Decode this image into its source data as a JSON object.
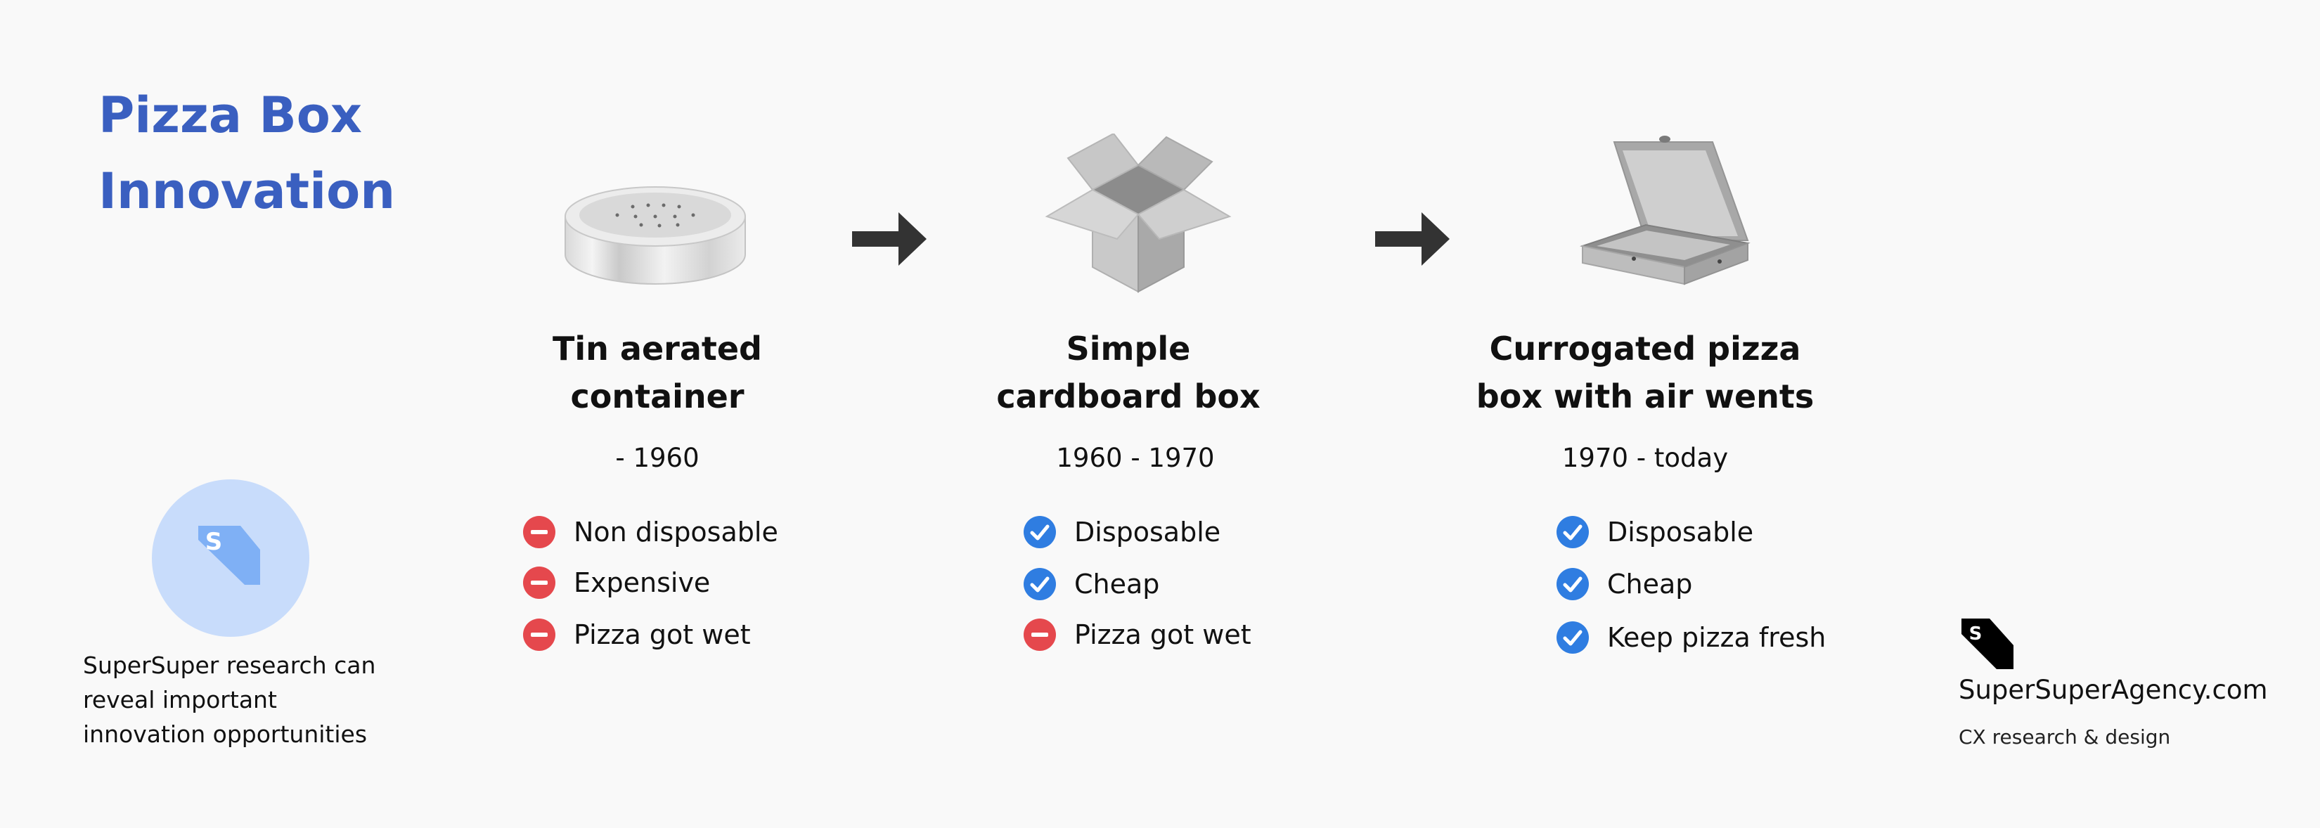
{
  "title": {
    "line1": "Pizza Box",
    "line2": "Innovation"
  },
  "badge": {
    "letter": "S",
    "lines": [
      "SuperSuper research can",
      "reveal important",
      "innovation opportunities"
    ]
  },
  "stages": [
    {
      "title_lines": [
        "Tin aerated",
        "container"
      ],
      "period": "- 1960",
      "features": [
        {
          "label": "Non disposable",
          "status": "negative"
        },
        {
          "label": "Expensive",
          "status": "negative"
        },
        {
          "label": "Pizza got wet",
          "status": "negative"
        }
      ]
    },
    {
      "title_lines": [
        "Simple",
        "cardboard box"
      ],
      "period": "1960 - 1970",
      "features": [
        {
          "label": "Disposable",
          "status": "positive"
        },
        {
          "label": "Cheap",
          "status": "positive"
        },
        {
          "label": "Pizza got wet",
          "status": "negative"
        }
      ]
    },
    {
      "title_lines": [
        "Currogated pizza",
        "box with air wents"
      ],
      "period": "1970 - today",
      "features": [
        {
          "label": "Disposable",
          "status": "positive"
        },
        {
          "label": "Cheap",
          "status": "positive"
        },
        {
          "label": "Keep pizza fresh",
          "status": "positive"
        }
      ]
    }
  ],
  "brand": {
    "logo_letter": "S",
    "name": "SuperSuperAgency.com",
    "tagline": "CX research & design"
  },
  "icons": {
    "positive": "check-circle-icon",
    "negative": "minus-circle-icon",
    "stage1": "tin-container-icon",
    "stage2": "open-cardboard-box-icon",
    "stage3": "open-pizza-box-icon",
    "arrow": "arrow-right-icon"
  },
  "colors": {
    "title": "#3a5fc0",
    "positive": "#2f7de1",
    "negative": "#e5484d",
    "badge_bg": "#c8dcfb",
    "badge_tag": "#7fb0f5",
    "arrow": "#333333"
  }
}
